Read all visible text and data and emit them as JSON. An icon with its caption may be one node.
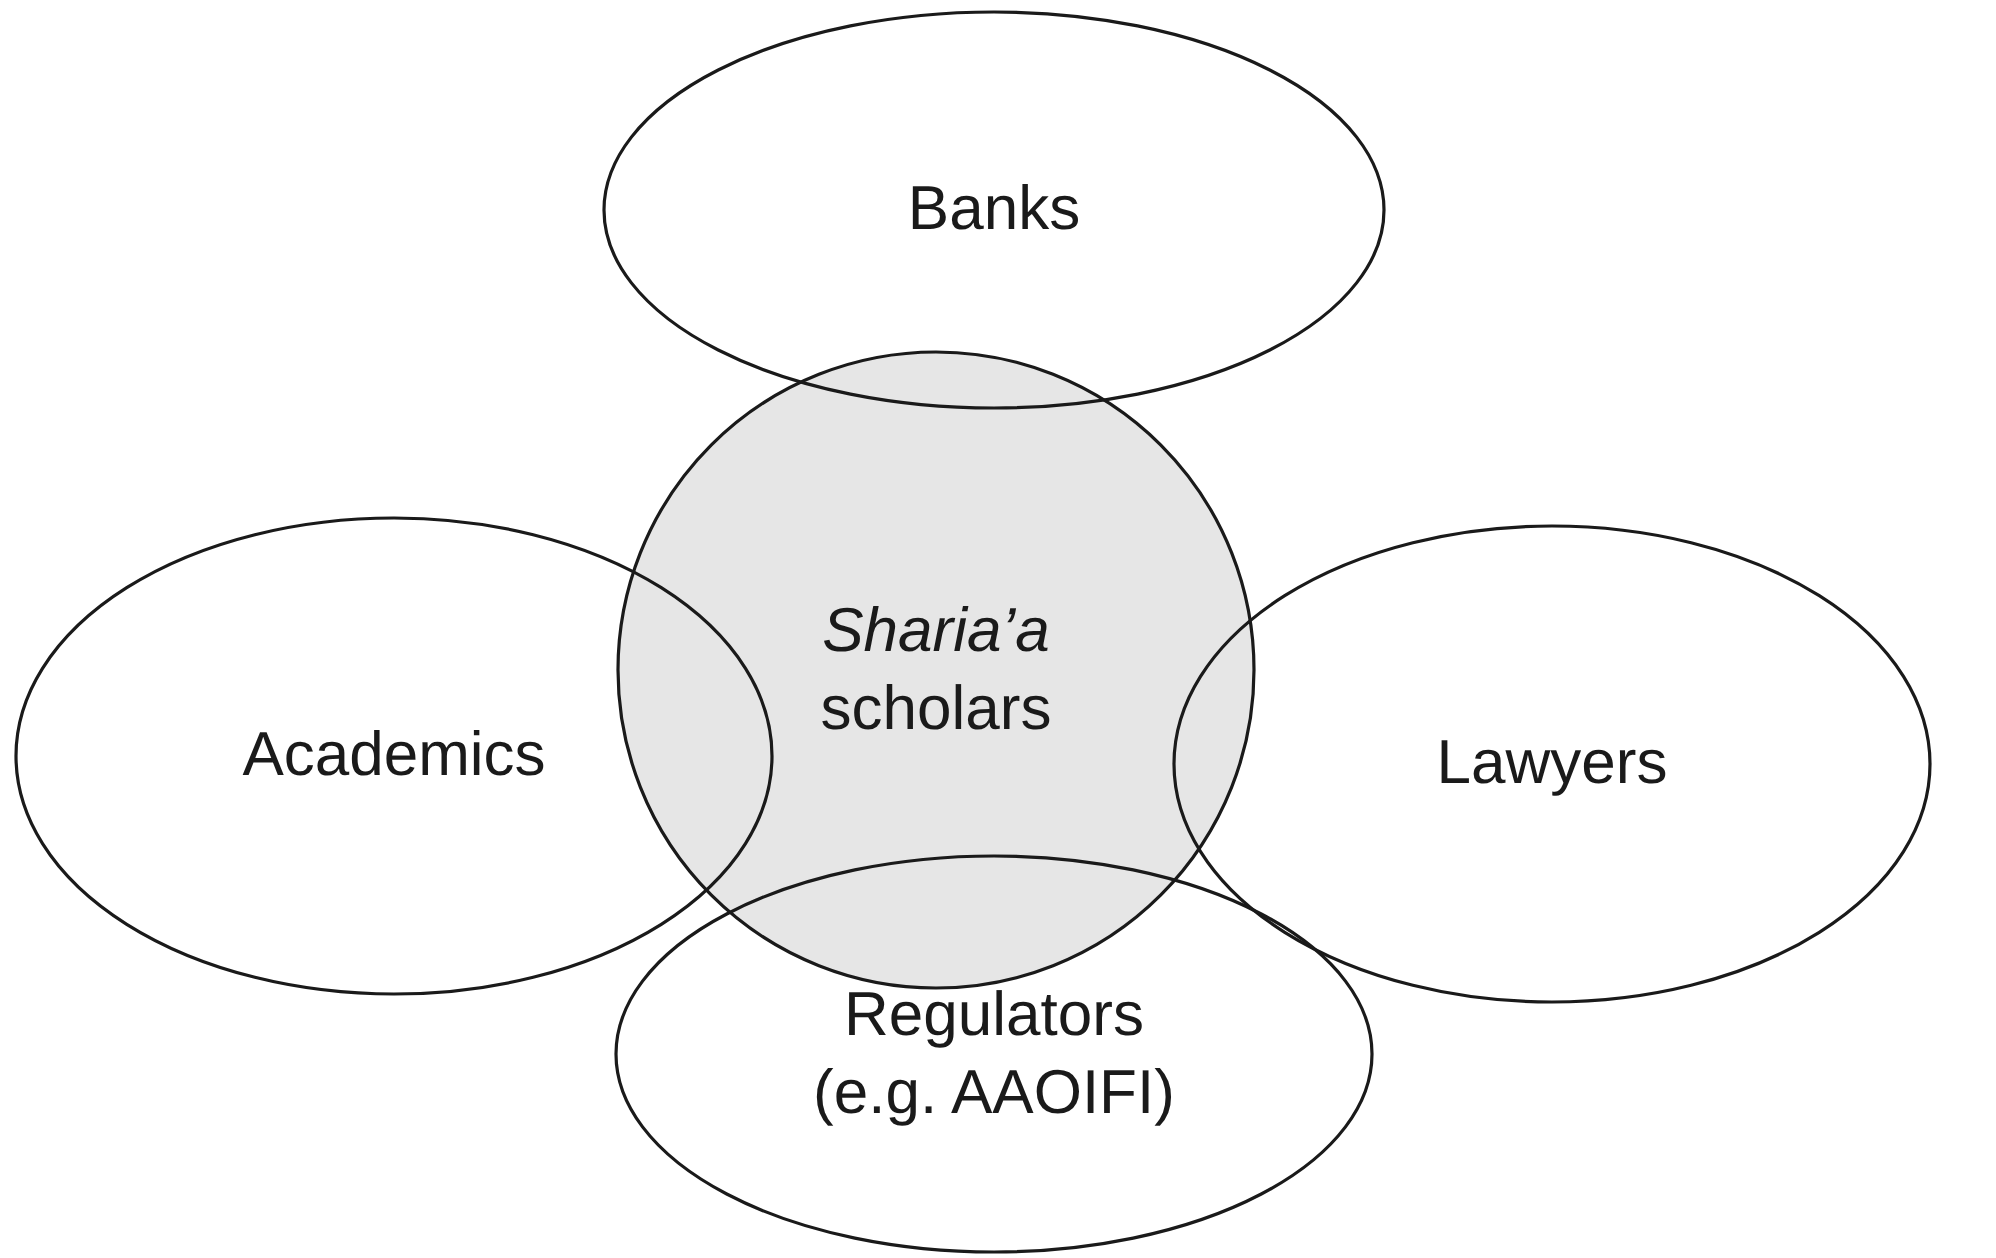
{
  "diagram": {
    "nodes": [
      {
        "text": [
          "Banks"
        ]
      },
      {
        "text": [
          "Academics"
        ]
      },
      {
        "text": [
          "*Sharia’a* scholars"
        ]
      },
      {
        "text": [
          "Lawyers"
        ]
      },
      {
        "text": [
          "Regulators (e.g. AAOIFI)"
        ]
      }
    ]
  }
}
